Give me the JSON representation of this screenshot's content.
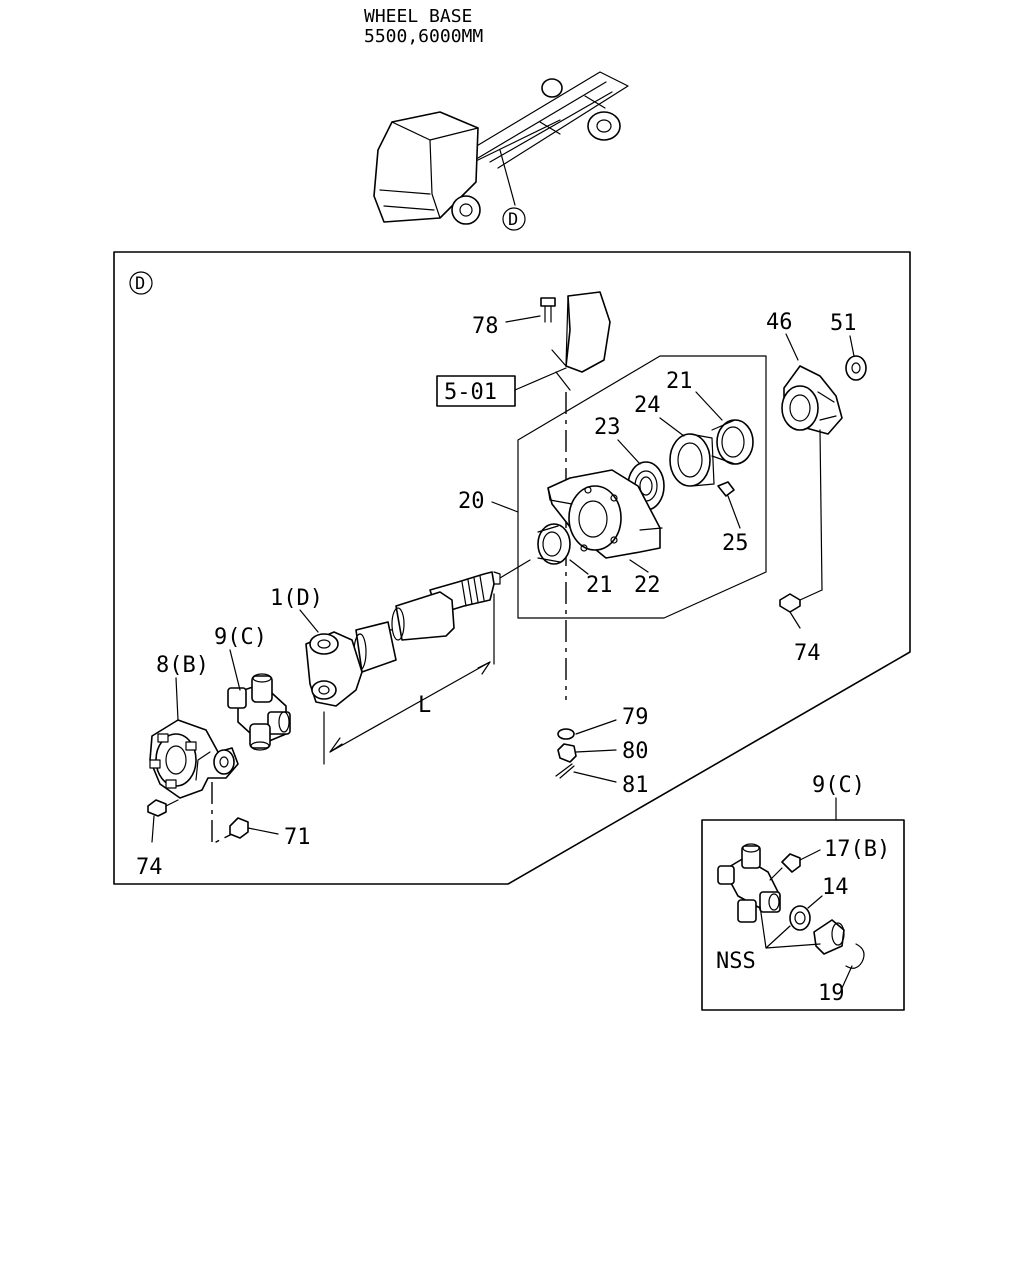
{
  "header": {
    "line1": "WHEEL BASE",
    "line2": "5500,6000MM"
  },
  "vehicle_callout": "D",
  "panel_callout": "D",
  "labels": {
    "p78": "78",
    "ref501": "5-01",
    "p46": "46",
    "p51": "51",
    "p21a": "21",
    "p24": "24",
    "p23": "23",
    "p20": "20",
    "p25": "25",
    "p21b": "21",
    "p22": "22",
    "p1": "1(D)",
    "p9c": "9(C)",
    "p8b": "8(B)",
    "dimL": "L",
    "p74a": "74",
    "p79": "79",
    "p80": "80",
    "p81": "81",
    "p74b": "74",
    "p71": "71"
  },
  "inset": {
    "title": "9(C)",
    "p17": "17(B)",
    "p14": "14",
    "nss": "NSS",
    "p19": "19"
  }
}
